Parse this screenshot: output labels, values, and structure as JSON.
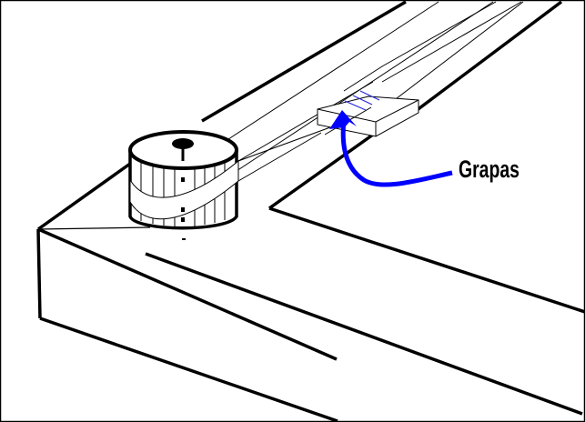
{
  "diagram": {
    "description": "Corner of a wooden frame with a tape roll and a strip fastened by staples",
    "labels": {
      "staples": "Grapas"
    },
    "colors": {
      "outline": "#000000",
      "arrow": "#0000ff",
      "staple_marks": "#2a2adf",
      "background": "#ffffff"
    },
    "parts": [
      {
        "id": "frame-top-surface",
        "name": "Frame top surface"
      },
      {
        "id": "frame-front-face",
        "name": "Frame front face"
      },
      {
        "id": "inner-opening",
        "name": "Inner frame opening"
      },
      {
        "id": "tape-roll",
        "name": "Tape roll (cylinder)"
      },
      {
        "id": "tape-strip",
        "name": "Tape strip"
      },
      {
        "id": "stapled-block",
        "name": "Block with staples"
      },
      {
        "id": "arrow",
        "name": "Curved arrow pointing to staples"
      }
    ]
  }
}
